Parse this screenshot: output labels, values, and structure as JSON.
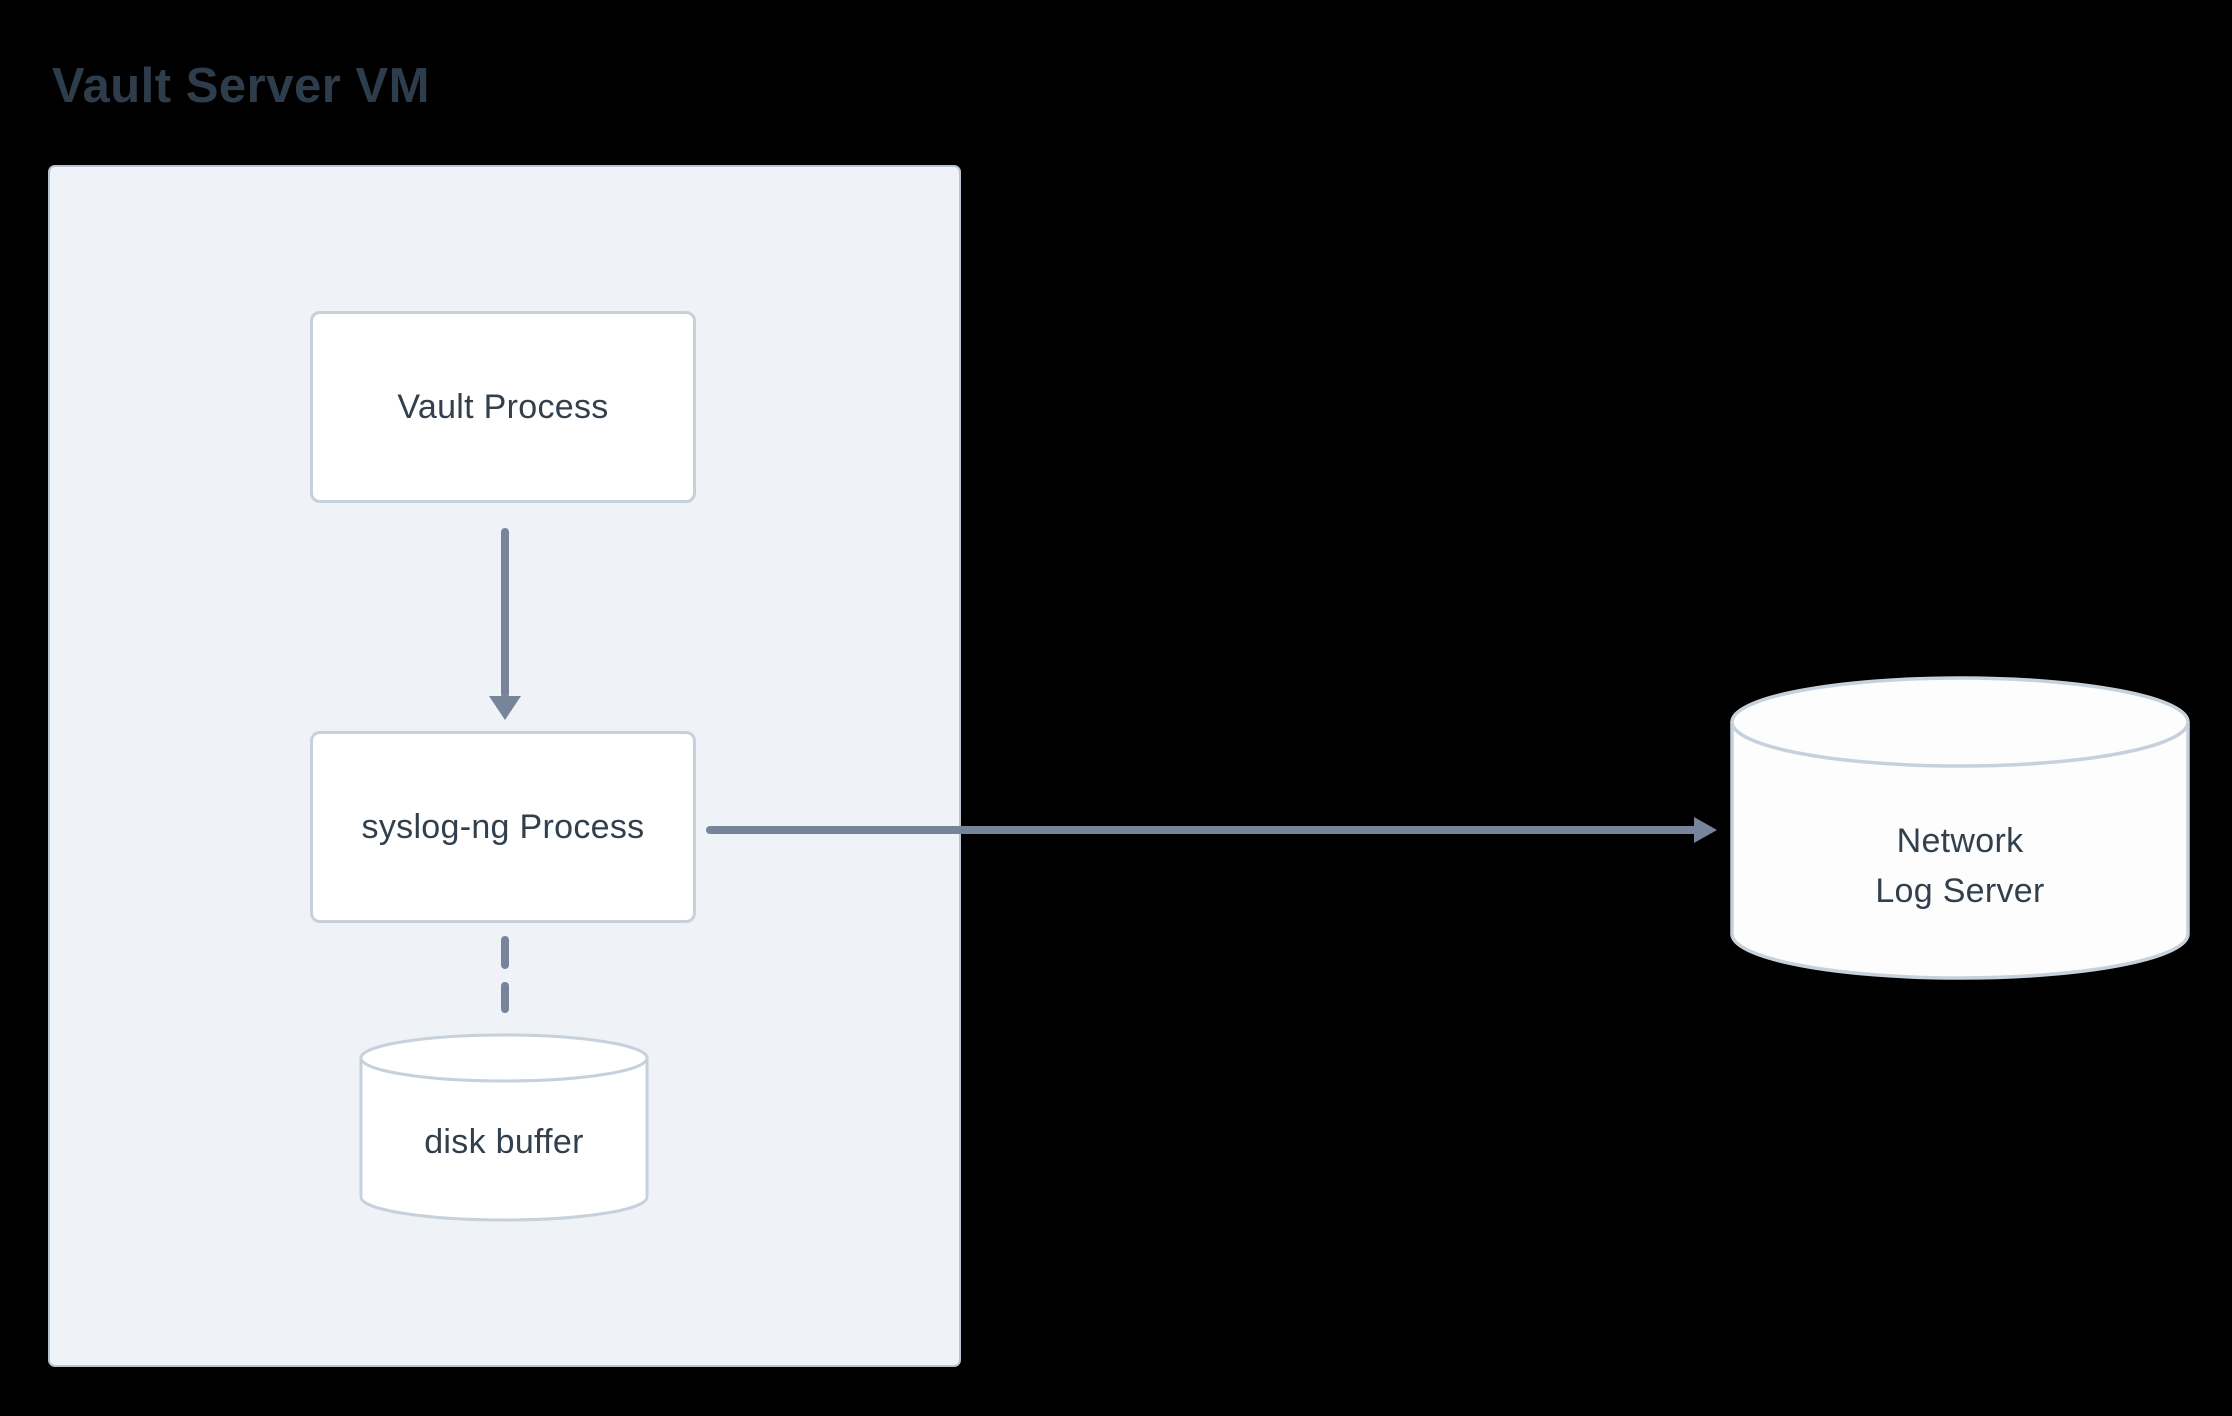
{
  "diagram": {
    "title": "Vault Server VM",
    "nodes": [
      {
        "id": "vault-process",
        "label": "Vault Process",
        "shape": "box",
        "container": "Vault Server VM"
      },
      {
        "id": "syslog-ng-process",
        "label": "syslog-ng Process",
        "shape": "box",
        "container": "Vault Server VM"
      },
      {
        "id": "disk-buffer",
        "label": "disk buffer",
        "shape": "cylinder",
        "container": "Vault Server VM"
      },
      {
        "id": "network-log-server",
        "label": "Network Log Server",
        "label_lines": [
          "Network",
          "Log Server"
        ],
        "shape": "cylinder",
        "container": null
      }
    ],
    "edges": [
      {
        "from": "vault-process",
        "to": "syslog-ng-process",
        "style": "solid-arrow",
        "direction": "down"
      },
      {
        "from": "syslog-ng-process",
        "to": "network-log-server",
        "style": "solid-arrow",
        "direction": "right"
      },
      {
        "from": "syslog-ng-process",
        "to": "disk-buffer",
        "style": "dashed-line",
        "direction": "down"
      }
    ],
    "colors": {
      "background": "#000000",
      "panel_fill": "#eff2f6",
      "panel_border": "#b8c5d1",
      "node_fill": "#ffffff",
      "node_border": "#c6d1db",
      "text": "#323f4d",
      "title_text": "#2e3d4c",
      "arrow": "#77859a"
    }
  }
}
